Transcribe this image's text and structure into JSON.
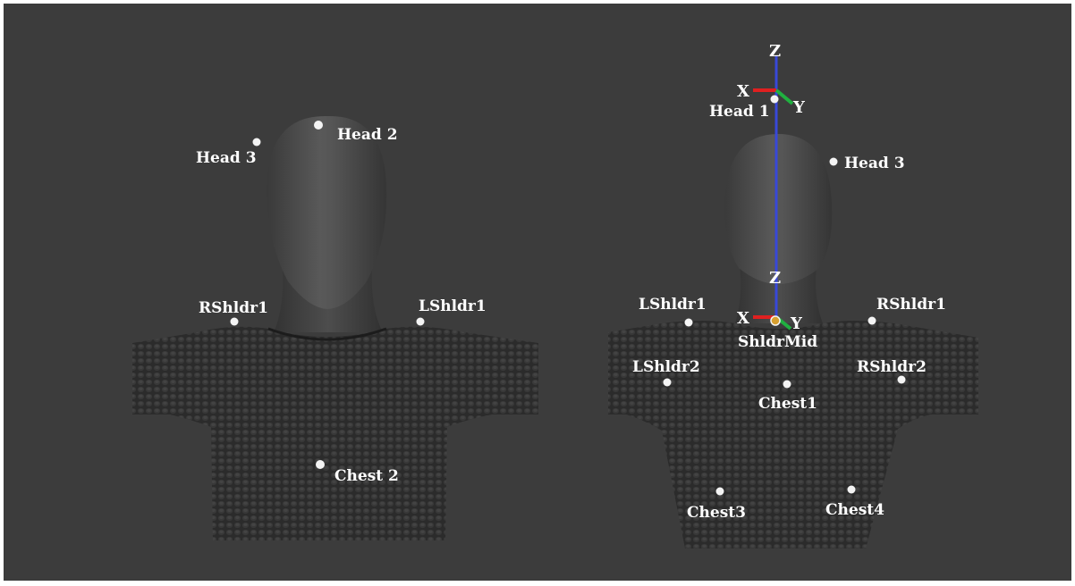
{
  "colors": {
    "background": "#3c3c3c",
    "skin": "#4a4a4a",
    "shirt": "#2a2a2a",
    "marker": "#f4f4f4",
    "axis_x": "#e02020",
    "axis_y": "#20b040",
    "axis_z": "#3848d8"
  },
  "front_view": {
    "markers": [
      {
        "label": "Head 2"
      },
      {
        "label": "Head 3"
      },
      {
        "label": "RShldr1"
      },
      {
        "label": "LShldr1"
      },
      {
        "label": "Chest 2"
      }
    ]
  },
  "back_view": {
    "markers": [
      {
        "label": "Head 1"
      },
      {
        "label": "Head 3"
      },
      {
        "label": "LShldr1"
      },
      {
        "label": "RShldr1"
      },
      {
        "label": "ShldrMid"
      },
      {
        "label": "LShldr2"
      },
      {
        "label": "RShldr2"
      },
      {
        "label": "Chest1"
      },
      {
        "label": "Chest3"
      },
      {
        "label": "Chest4"
      }
    ],
    "axes": [
      {
        "x": "X",
        "y": "Y",
        "z": "Z"
      },
      {
        "x": "X",
        "y": "Y",
        "z": "Z"
      }
    ]
  }
}
